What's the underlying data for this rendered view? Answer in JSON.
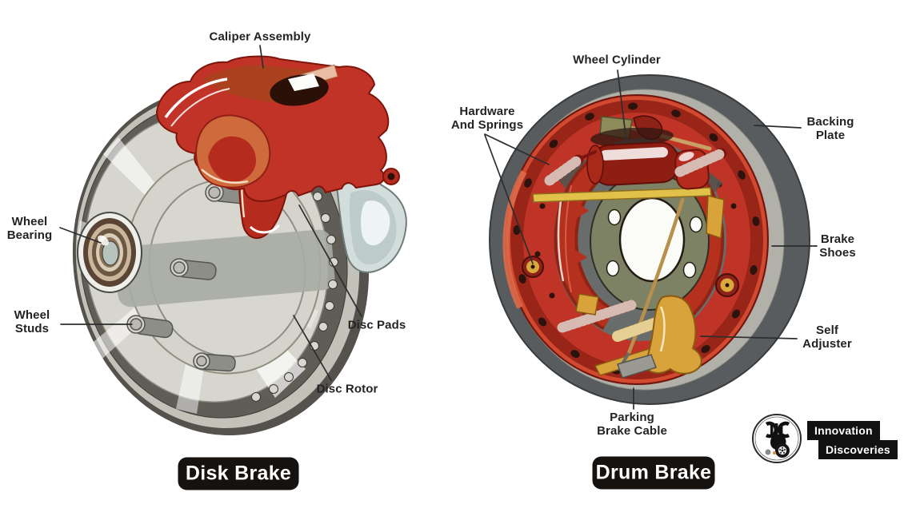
{
  "page_title": "Disk Brake and Drum Brake components diagram",
  "disk_brake": {
    "badge": "Disk Brake",
    "labels": {
      "caliper_assembly": "Caliper Assembly",
      "wheel_bearing": "Wheel\nBearing",
      "wheel_studs": "Wheel\nStuds",
      "disc_pads": "Disc Pads",
      "disc_rotor": "Disc Rotor"
    }
  },
  "drum_brake": {
    "badge": "Drum Brake",
    "labels": {
      "wheel_cylinder": "Wheel Cylinder",
      "hardware_and_springs": "Hardware\nAnd Springs",
      "backing_plate": "Backing\nPlate",
      "brake_shoes": "Brake\nShoes",
      "self_adjuster": "Self\nAdjuster",
      "parking_brake_cable": "Parking\nBrake Cable"
    }
  },
  "branding": {
    "line1": "Innovation",
    "line2": "Discoveries",
    "logo_icon": "gear-hand-wheel-logo"
  },
  "colors": {
    "caliper_red": "#c13327",
    "rotor_gray": "#d7d6ce",
    "rim_dark": "#605d57",
    "drum_gray": "#595c5e",
    "backing_plate_red": "#bf3427",
    "hub_olive": "#7d8265",
    "gold": "#d9a33c",
    "yellow_bar": "#e2c14b",
    "badge_bg": "#15120f",
    "label_text": "#232323"
  }
}
